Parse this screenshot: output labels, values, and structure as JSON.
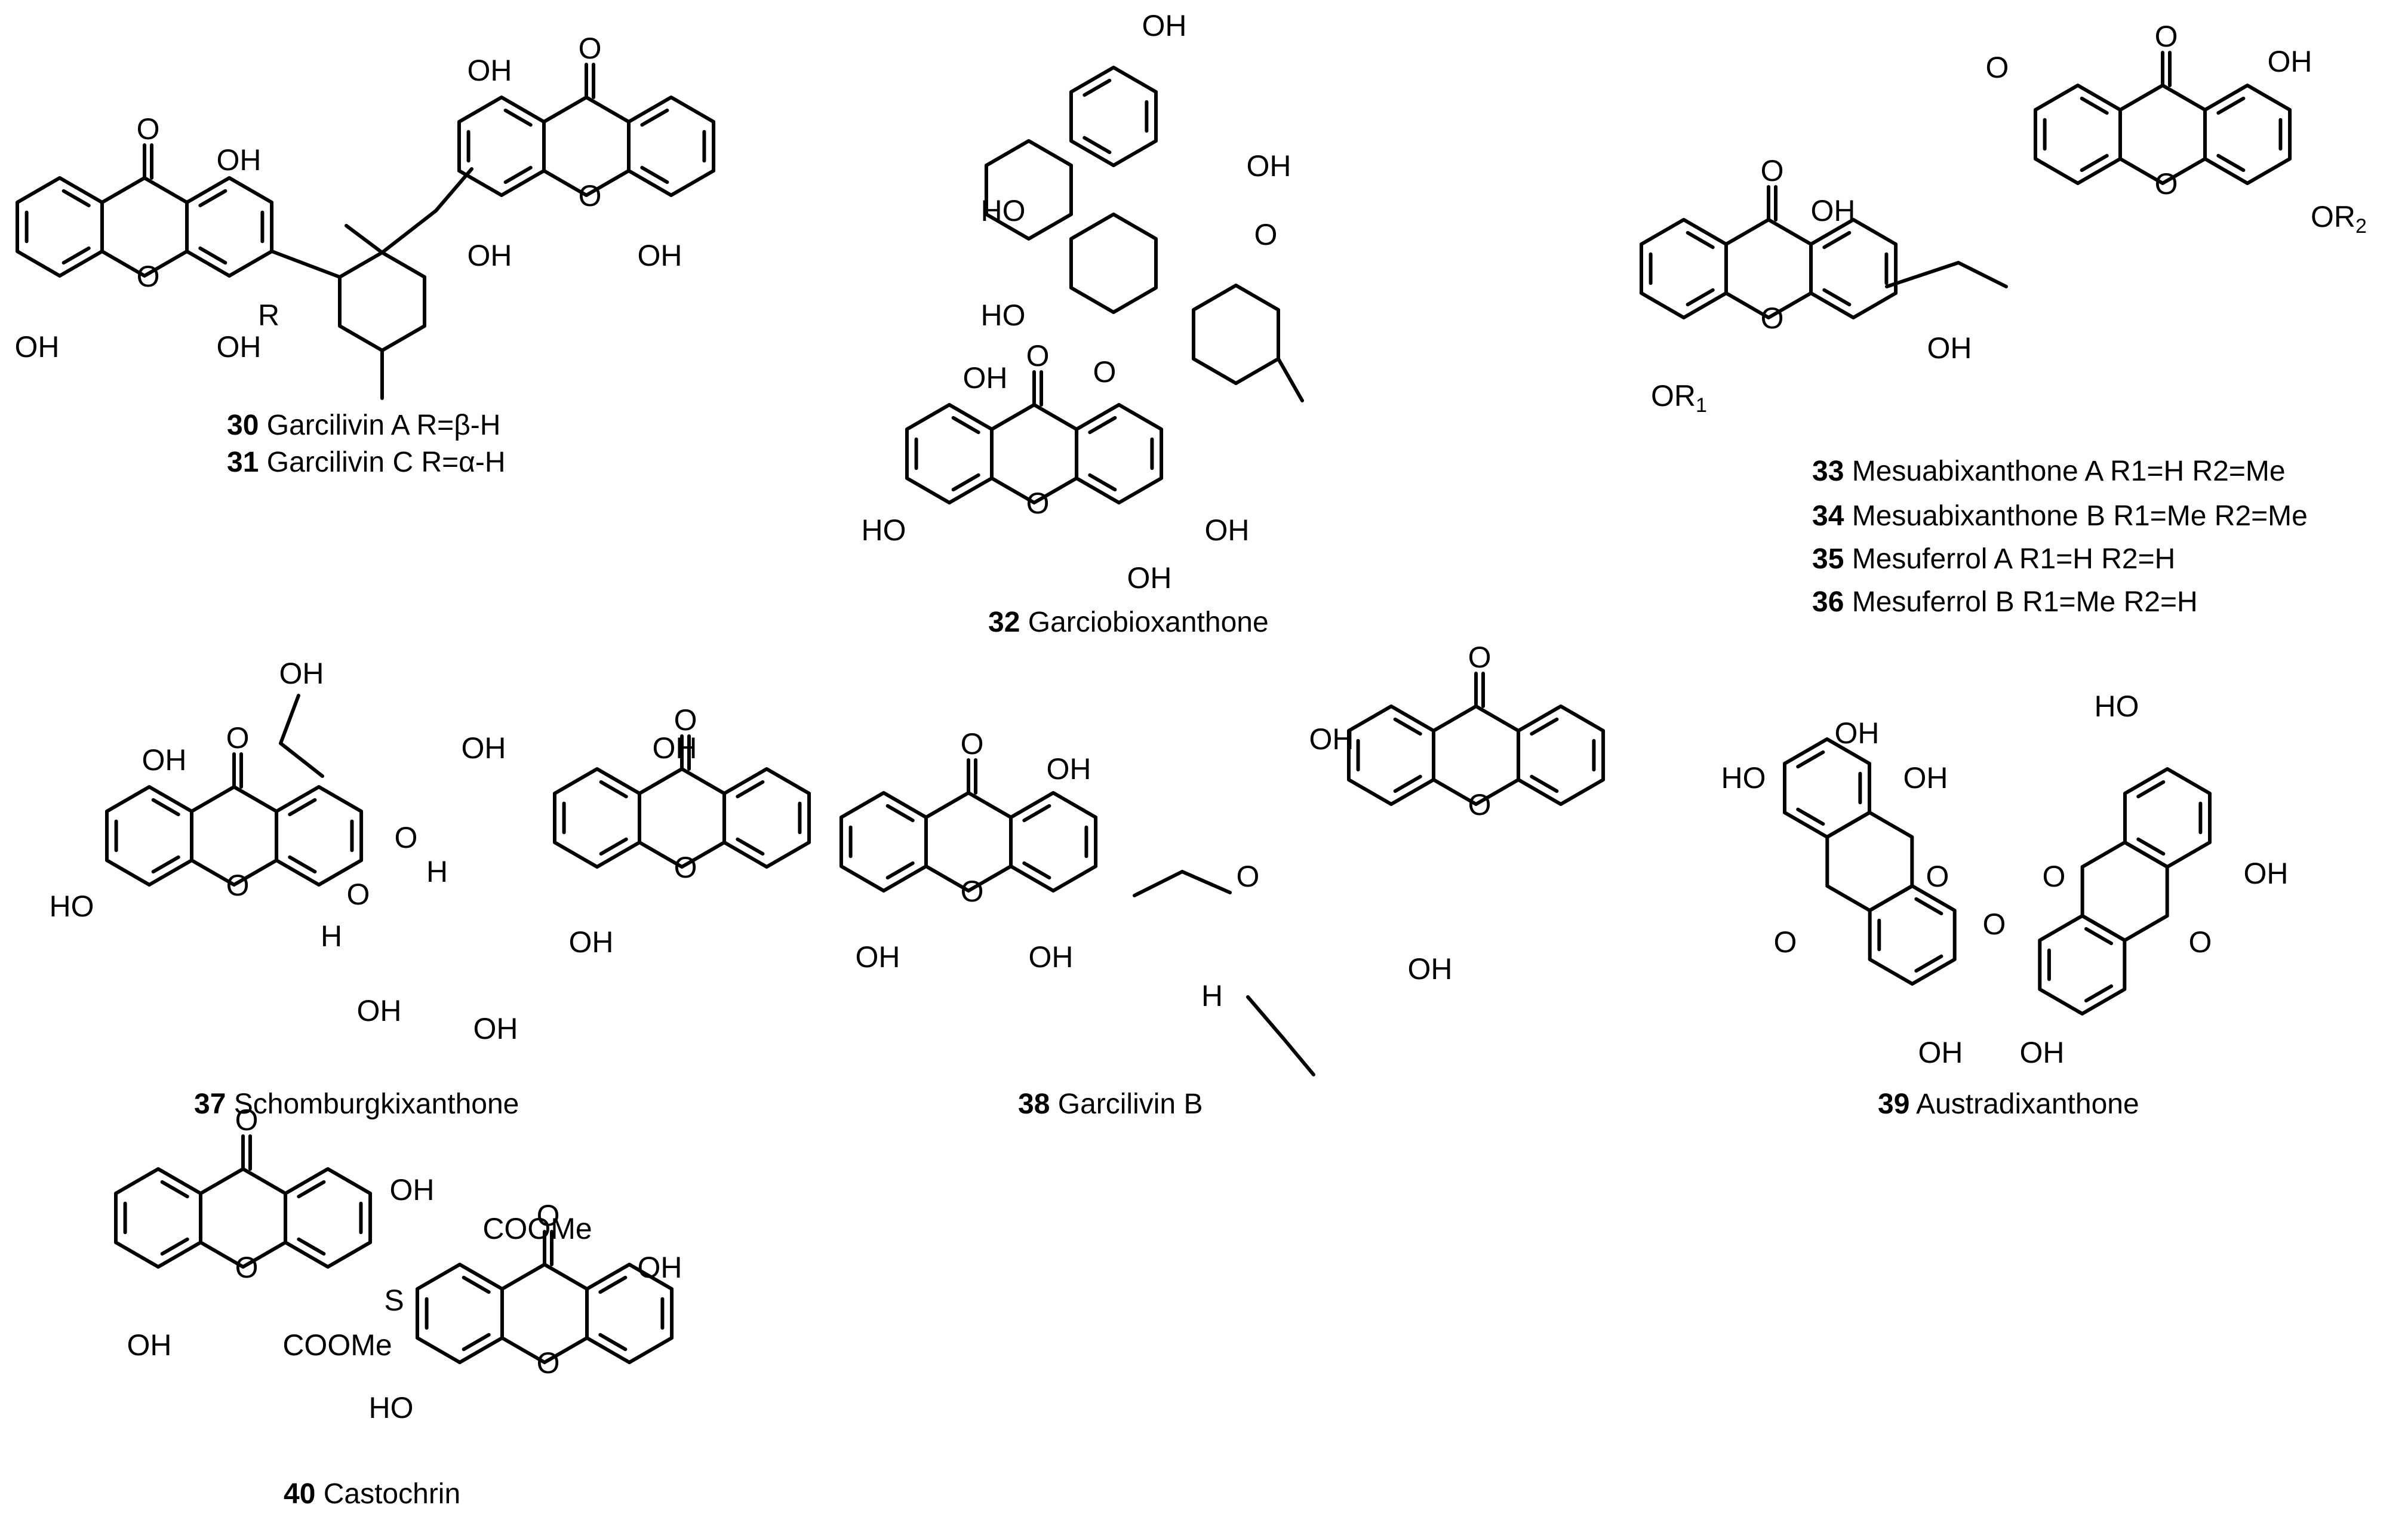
{
  "compounds": [
    {
      "id": "30",
      "name": "Garcilivin A",
      "extra": "R=β-H"
    },
    {
      "id": "31",
      "name": "Garcilivin C",
      "extra": "R=α-H"
    },
    {
      "id": "32",
      "name": "Garciobioxanthone",
      "extra": ""
    },
    {
      "id": "33",
      "name": "Mesuabixanthone A",
      "extra": "R1=H  R2=Me"
    },
    {
      "id": "34",
      "name": "Mesuabixanthone B",
      "extra": "R1=Me R2=Me"
    },
    {
      "id": "35",
      "name": "Mesuferrol A",
      "extra": "R1=H  R2=H"
    },
    {
      "id": "36",
      "name": "Mesuferrol B",
      "extra": "R1=Me R2=H"
    },
    {
      "id": "37",
      "name": "Schomburgkixanthone",
      "extra": ""
    },
    {
      "id": "38",
      "name": "Garcilivin B",
      "extra": ""
    },
    {
      "id": "39",
      "name": "Austradixanthone",
      "extra": ""
    },
    {
      "id": "40",
      "name": "Castochrin",
      "extra": ""
    }
  ],
  "atom_labels": {
    "oh": "OH",
    "ho": "HO",
    "o": "O",
    "r": "R",
    "h": "H",
    "s": "S",
    "coome": "COOMe",
    "or1": "OR",
    "or2": "OR",
    "sub1": "1",
    "sub2": "2"
  }
}
